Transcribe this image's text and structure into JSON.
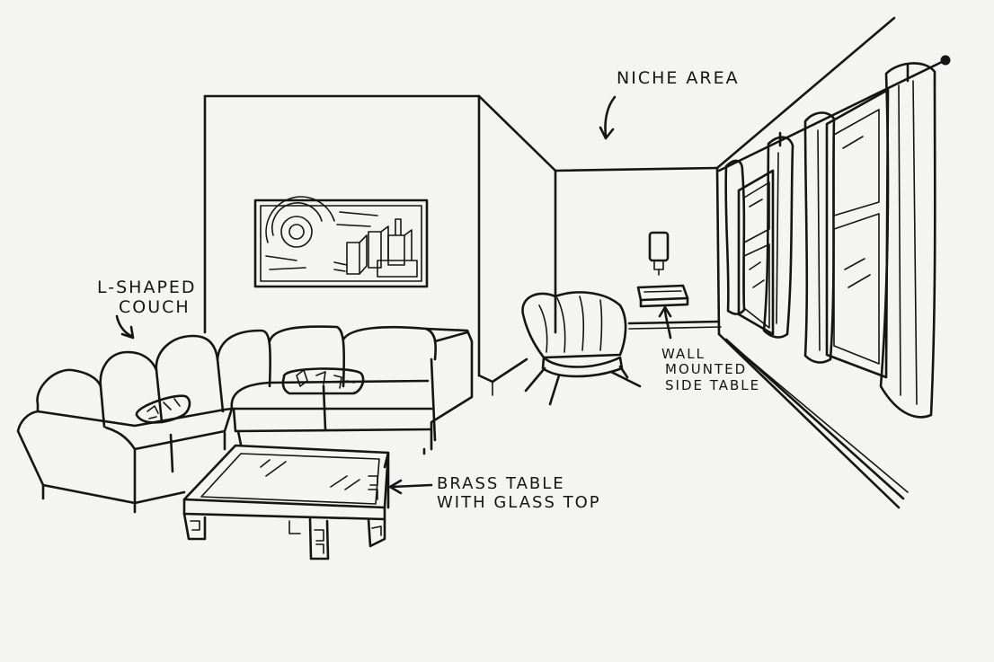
{
  "annotations": {
    "niche_area": [
      "NICHE AREA"
    ],
    "couch": [
      "L-SHAPED",
      "COUCH"
    ],
    "side_table": [
      "WALL",
      "MOUNTED",
      "SIDE TABLE"
    ],
    "brass_table": [
      "BRASS TABLE",
      "WITH GLASS TOP"
    ]
  },
  "colors": {
    "paper": "#f4f4f2",
    "ink": "#151515"
  }
}
